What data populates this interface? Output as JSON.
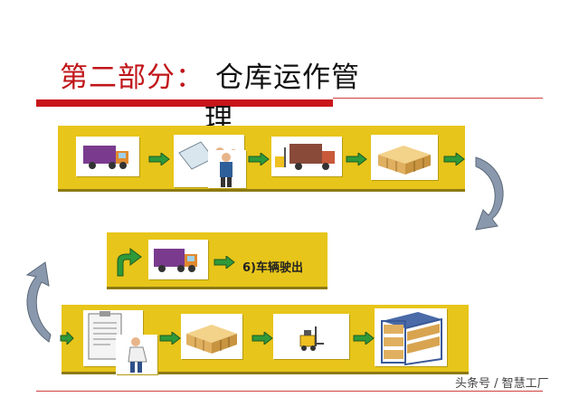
{
  "title": {
    "part": "第二部分：",
    "main": "仓库运作管",
    "wrap": "理"
  },
  "steps": {
    "truck_out_label": "6)车辆驶出"
  },
  "watermark": "头条号 / 智慧工厂",
  "colors": {
    "strip": "#e7c51a",
    "title_red": "#c0161a",
    "arrow_green": "#2f9a3a",
    "loop_arrow": "#8a98ad"
  },
  "icons": [
    "truck-icon",
    "scanner-worker-icon",
    "forklift-unload-icon",
    "pallet-boxes-icon",
    "loop-arrow-icon",
    "turn-arrow-icon",
    "document-worker-icon",
    "forklift-icon",
    "rack-icon"
  ]
}
